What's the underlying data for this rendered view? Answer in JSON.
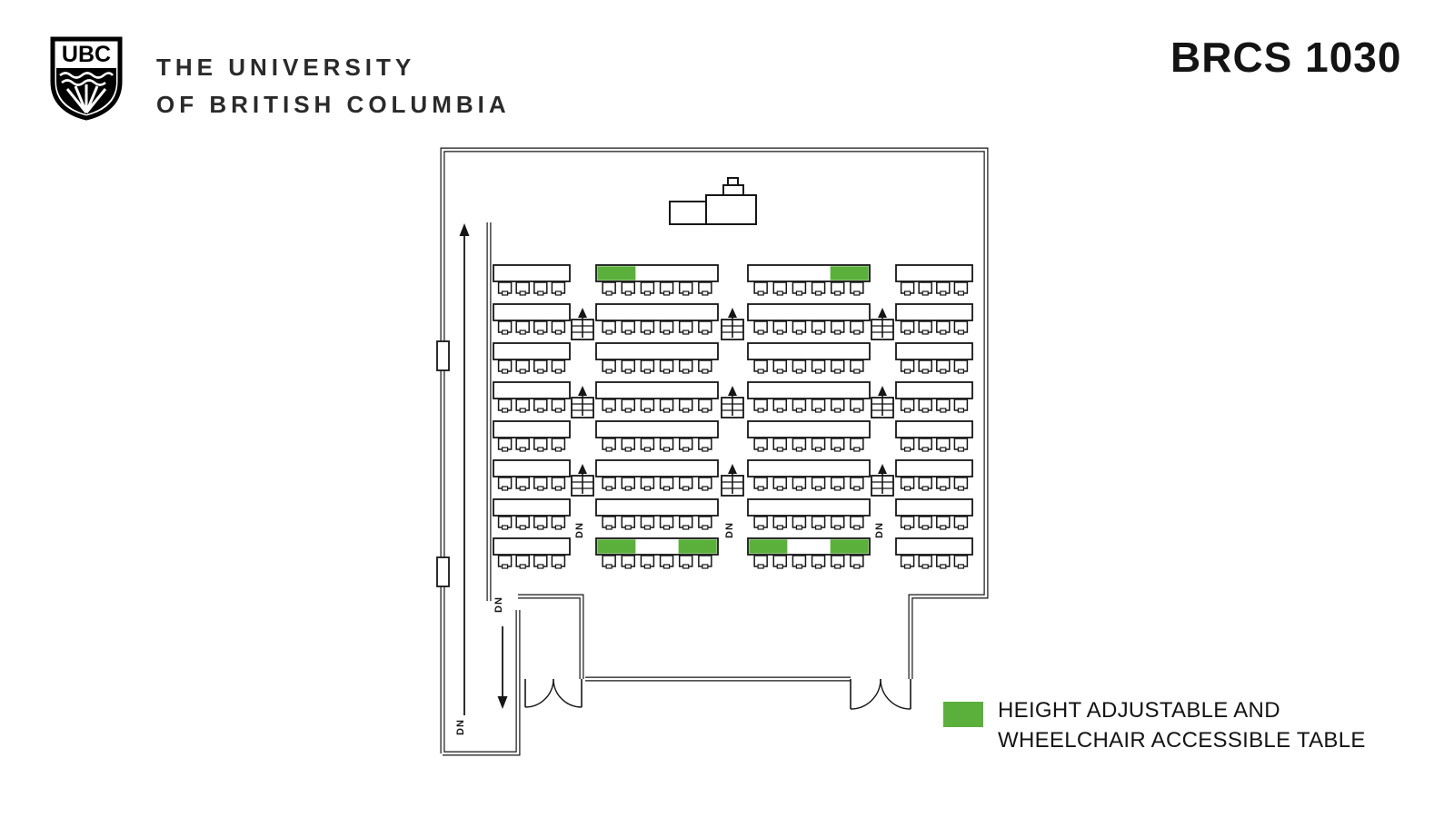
{
  "header": {
    "logo": {
      "text": "UBC"
    },
    "university": [
      "THE UNIVERSITY",
      "OF BRITISH COLUMBIA"
    ],
    "room_code": "BRCS 1030"
  },
  "legend": {
    "swatch_color": "#5BB03C",
    "lines": [
      "HEIGHT ADJUSTABLE AND",
      "WHEELCHAIR ACCESSIBLE TABLE"
    ]
  },
  "floorplan": {
    "accessible_color": "#5BB03C",
    "stair_label": "DN",
    "corridor": {
      "up_label": "DN",
      "down_label": "DN"
    },
    "rows": [
      [
        {
          "seats": 4,
          "green": []
        },
        {
          "seats": 6,
          "green": [
            0
          ]
        },
        {
          "seats": 6,
          "green": [
            2
          ]
        },
        {
          "seats": 4,
          "green": []
        }
      ],
      [
        {
          "seats": 4,
          "green": []
        },
        {
          "seats": 6,
          "green": []
        },
        {
          "seats": 6,
          "green": []
        },
        {
          "seats": 4,
          "green": []
        }
      ],
      [
        {
          "seats": 4,
          "green": []
        },
        {
          "seats": 6,
          "green": []
        },
        {
          "seats": 6,
          "green": []
        },
        {
          "seats": 4,
          "green": []
        }
      ],
      [
        {
          "seats": 4,
          "green": []
        },
        {
          "seats": 6,
          "green": []
        },
        {
          "seats": 6,
          "green": []
        },
        {
          "seats": 4,
          "green": []
        }
      ],
      [
        {
          "seats": 4,
          "green": []
        },
        {
          "seats": 6,
          "green": []
        },
        {
          "seats": 6,
          "green": []
        },
        {
          "seats": 4,
          "green": []
        }
      ],
      [
        {
          "seats": 4,
          "green": []
        },
        {
          "seats": 6,
          "green": []
        },
        {
          "seats": 6,
          "green": []
        },
        {
          "seats": 4,
          "green": []
        }
      ],
      [
        {
          "seats": 4,
          "green": []
        },
        {
          "seats": 6,
          "green": []
        },
        {
          "seats": 6,
          "green": []
        },
        {
          "seats": 4,
          "green": []
        }
      ],
      [
        {
          "seats": 4,
          "green": []
        },
        {
          "seats": 6,
          "green": [
            0,
            2
          ]
        },
        {
          "seats": 6,
          "green": [
            0,
            2
          ]
        },
        {
          "seats": 4,
          "green": []
        }
      ]
    ],
    "stair_rows": [
      {
        "row": 2,
        "dn": false
      },
      {
        "row": 4,
        "dn": false
      },
      {
        "row": 6,
        "dn": true
      }
    ]
  }
}
